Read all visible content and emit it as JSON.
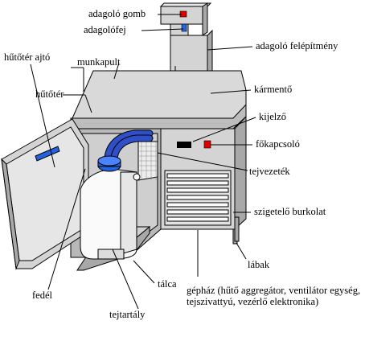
{
  "labels": {
    "adagolo_gomb": "adagoló gomb",
    "adagolofej": "adagolófej",
    "adagolo_felepitmeny": "adagoló felépítmény",
    "hutoter_ajto": "hűtőtér ajtó",
    "munkapult": "munkapult",
    "hutoter": "hűtőtér",
    "karmento": "kármentő",
    "kijelzo": "kijelző",
    "fokapcsolo": "főkapcsoló",
    "tejvezetek": "tejvezeték",
    "szigetelo_burkolat": "szigetelő burkolat",
    "labak": "lábak",
    "fedel": "fedél",
    "talca": "tálca",
    "gephaz": "gépház (hűtő aggregátor, ventilátor egység, tejszivattyú, vezérlő elektronika)",
    "tejtartaly": "tejtartály"
  },
  "colors": {
    "outline": "#000000",
    "body_gray": "#d4d4d4",
    "body_light": "#e6e6e6",
    "body_dark": "#a8a8a8",
    "tank_white": "#fafafa",
    "lid_blue": "#2463e0",
    "tube_blue": "#2f4fc9",
    "indicator_black": "#000000",
    "switch_red": "#e00000"
  }
}
